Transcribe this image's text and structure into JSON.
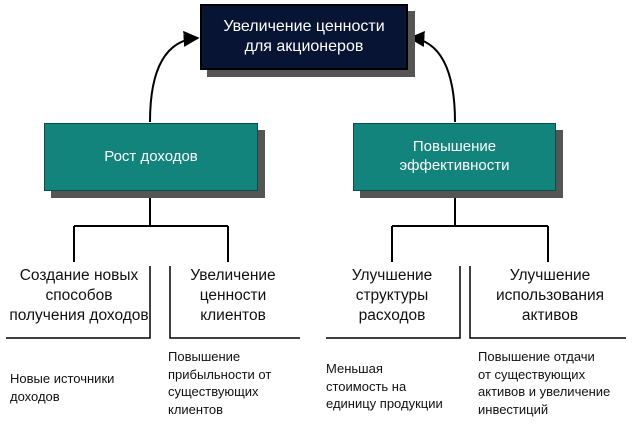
{
  "top": {
    "line1": "Увеличение ценности",
    "line2": "для акционеров"
  },
  "left": {
    "title": "Рост доходов"
  },
  "right": {
    "line1": "Повышение",
    "line2": "эффективности"
  },
  "leaves": [
    {
      "lines": [
        "Создание новых",
        "способов",
        "получения доходов"
      ],
      "note": [
        "Новые источники",
        "доходов"
      ]
    },
    {
      "lines": [
        "Увеличение",
        "ценности",
        "клиентов"
      ],
      "note": [
        "Повышение",
        "прибыльности от",
        "существующих",
        "клиентов"
      ]
    },
    {
      "lines": [
        "Улучшение",
        "структуры",
        "расходов"
      ],
      "note": [
        "Меньшая",
        "стоимость на",
        "единицу продукции"
      ]
    },
    {
      "lines": [
        "Улучшение",
        "использования",
        "активов"
      ],
      "note": [
        "Повышение отдачи",
        "от существующих",
        "активов и увеличение",
        "инвестиций"
      ]
    }
  ],
  "colors": {
    "top_fill": "#071433",
    "branch_fill": "#13847c",
    "line": "#000000"
  }
}
